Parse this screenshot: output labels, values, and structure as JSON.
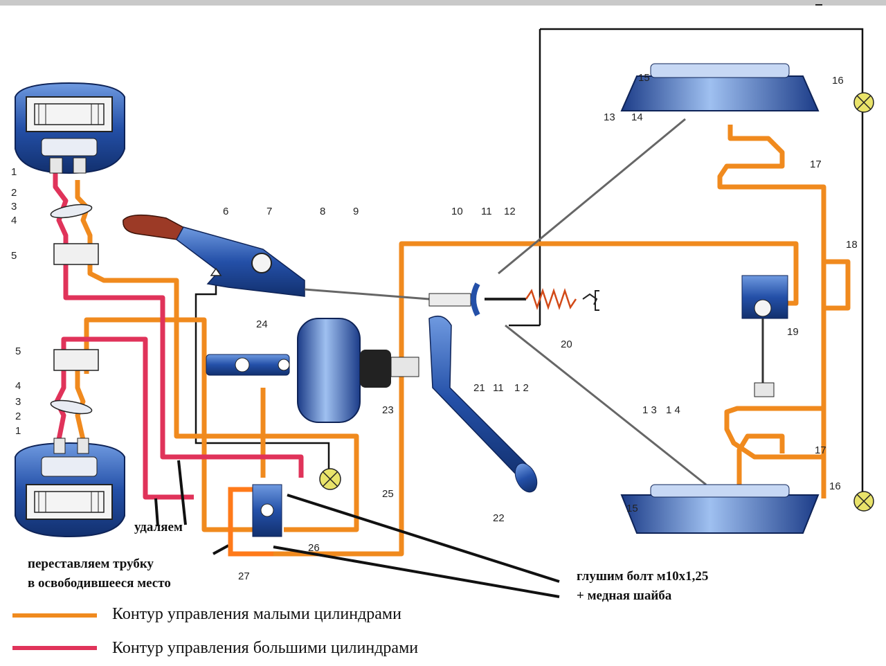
{
  "colors": {
    "small_circuit": "#f08a1e",
    "large_circuit": "#e0335a",
    "component_blue": "#2450a8",
    "lamp": "#e9e36a"
  },
  "labels": {
    "n1": "1",
    "n2": "2",
    "n3": "3",
    "n4": "4",
    "n5": "5",
    "n6": "6",
    "n7": "7",
    "n8": "8",
    "n9": "9",
    "n10": "10",
    "n11": "11",
    "n12": "12",
    "n12b": "1 2",
    "n13": "13",
    "n13b": "1 3",
    "n14": "14",
    "n14b": "1 4",
    "n15": "15",
    "n16": "16",
    "n17": "17",
    "n18": "18",
    "n19": "19",
    "n20": "20",
    "n21": "21",
    "n22": "22",
    "n23": "23",
    "n24": "24",
    "n25": "25",
    "n26": "26",
    "n27": "27"
  },
  "annotations": {
    "remove": "удаляем",
    "move_tube_line1": "переставляем трубку",
    "move_tube_line2": "в освободившееся место",
    "plug_bolt_line1": "глушим болт м10х1,25",
    "plug_bolt_line2": "+ медная шайба"
  },
  "legend": [
    {
      "label": "Контур управления малыми цилиндрами",
      "color": "#f08a1e"
    },
    {
      "label": "Контур управления большими цилиндрами",
      "color": "#e0335a"
    }
  ]
}
